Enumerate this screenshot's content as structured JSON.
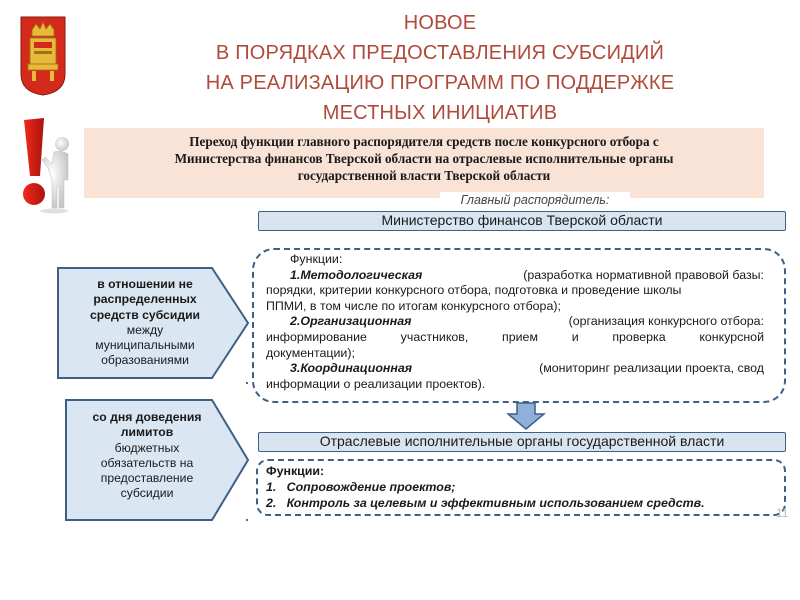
{
  "title": {
    "line1": "НОВОЕ",
    "line2": "В ПОРЯДКАХ ПРЕДОСТАВЛЕНИЯ СУБСИДИЙ",
    "line3": "НА РЕАЛИЗАЦИЮ ПРОГРАММ ПО ПОДДЕРЖКЕ",
    "line4": "МЕСТНЫХ ИНИЦИАТИВ"
  },
  "banner": {
    "line1": "Переход функции главного распорядителя средств после конкурсного отбора с",
    "line2": "Министерства финансов Тверской области на отраслевые исполнительные органы",
    "line3": "государственной власти Тверской области"
  },
  "main_manager_label": "Главный распорядитель:",
  "ministry_bar": "Министерство финансов Тверской области",
  "functions1": {
    "header": "Функции:",
    "item1_title": "1.Методологическая",
    "item1_l1": "(разработка нормативной правовой базы:",
    "item1_l2": "порядки, критерии конкурсного отбора, подготовка и проведение школы",
    "item1_l3": "ППМИ, в том числе по итогам конкурсного отбора);",
    "item2_title": "2.Организационная",
    "item2_l1": "(организация конкурсного отбора:",
    "item2_l2": "информирование участников, прием и проверка конкурсной",
    "item2_l3": "документации);",
    "item3_title": "3.Координационная",
    "item3_l1": "(мониторинг реализации проекта, свод",
    "item3_l2": "информации о реализации проектов)."
  },
  "arrow1": {
    "bold_l1": "в отношении не",
    "bold_l2": "распределенных",
    "bold_l3": "средств субсидии",
    "l4": "между",
    "l5": "муниципальными",
    "l6": "образованиями"
  },
  "arrow2": {
    "bold_l1": "со дня доведения",
    "bold_l2": "лимитов",
    "l3": "бюджетных",
    "l4": "обязательств на",
    "l5": "предоставление",
    "l6": "субсидии"
  },
  "branch_bar": "Отраслевые исполнительные органы государственной власти",
  "functions2": {
    "header": "Функции:",
    "item1": "1.   Сопровождение проектов;",
    "item2": "2.   Контроль за целевым и эффективным использованием средств."
  },
  "page_number": "11",
  "colors": {
    "title": "#b04a3a",
    "banner_bg": "#f9e2d6",
    "bar_bg": "#d9e4f1",
    "border": "#3e5f86",
    "arrow_fill": "#dbe6f3",
    "down_arrow": "#8fb0d8"
  }
}
